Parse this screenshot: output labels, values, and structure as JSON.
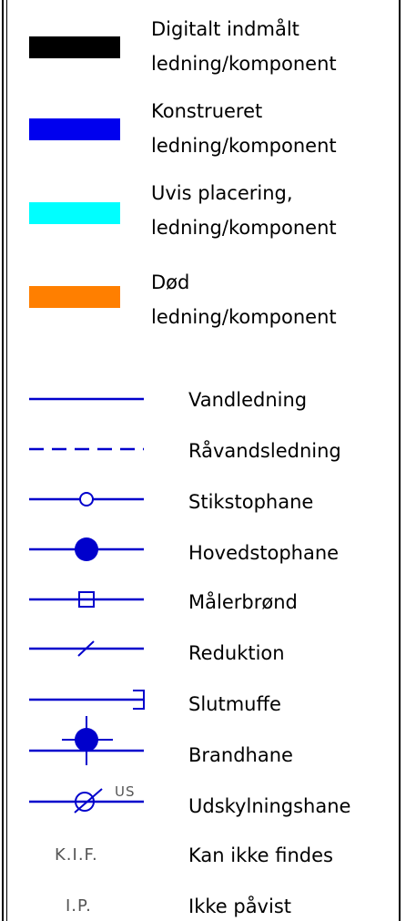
{
  "colors": {
    "black": "#000000",
    "blue": "#0000ee",
    "cyan": "#00ffff",
    "orange": "#ff7f00",
    "line": "#0000cc"
  },
  "color_legend": [
    {
      "line1": "Digitalt indmålt",
      "line2": "ledning/komponent",
      "color": "#000000"
    },
    {
      "line1": "Konstrueret",
      "line2": "ledning/komponent",
      "color": "#0000ee"
    },
    {
      "line1": "Uvis placering,",
      "line2": "ledning/komponent",
      "color": "#00ffff"
    },
    {
      "line1": "Død",
      "line2": "ledning/komponent",
      "color": "#ff7f00"
    }
  ],
  "symbol_legend": [
    {
      "label": "Vandledning",
      "icon": "solid-line-icon"
    },
    {
      "label": "Råvandsledning",
      "icon": "dashed-line-icon"
    },
    {
      "label": "Stikstophane",
      "icon": "open-circle-valve-icon"
    },
    {
      "label": "Hovedstophane",
      "icon": "filled-circle-valve-icon"
    },
    {
      "label": "Målerbrønd",
      "icon": "square-meter-well-icon"
    },
    {
      "label": "Reduktion",
      "icon": "slash-reduction-icon"
    },
    {
      "label": "Slutmuffe",
      "icon": "end-cap-icon"
    },
    {
      "label": "Brandhane",
      "icon": "hydrant-icon"
    },
    {
      "label": "Udskylningshane",
      "icon": "flush-valve-icon",
      "symbol_text": "US"
    },
    {
      "label": "Kan ikke findes",
      "icon": "text-code-icon",
      "symbol_text": "K.I.F."
    },
    {
      "label": "Ikke påvist",
      "icon": "text-code-icon",
      "symbol_text": "I.P."
    }
  ]
}
